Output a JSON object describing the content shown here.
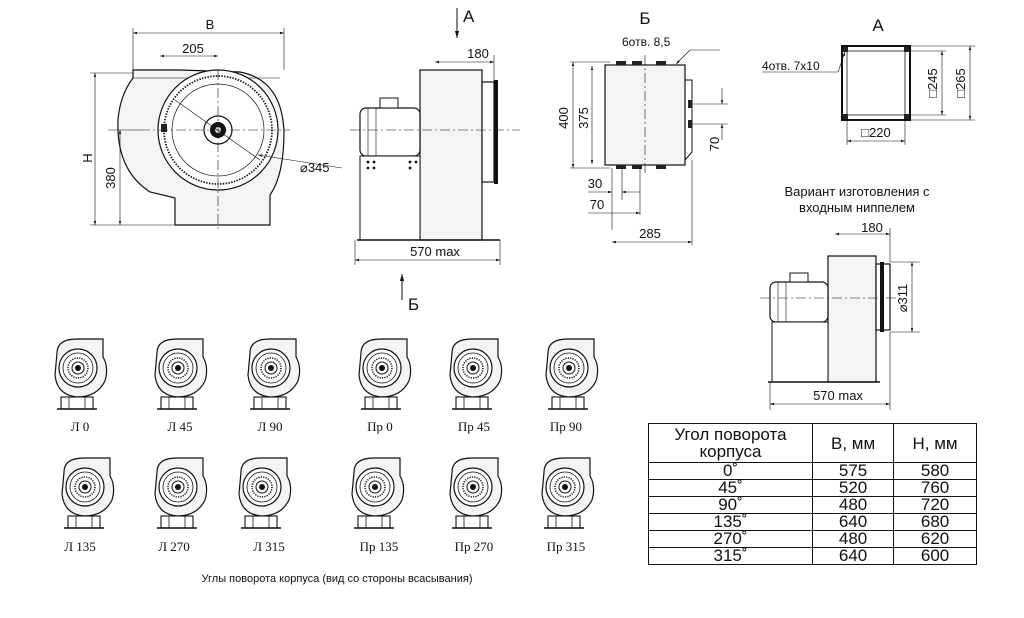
{
  "dimensions": {
    "front": {
      "width_label": "B",
      "height_label": "H",
      "d205": "205",
      "d380": "380",
      "d345": "⌀345"
    },
    "side": {
      "d180": "180",
      "d570": "570 max",
      "arrow_a": "А",
      "arrow_b": "Б"
    },
    "view_b": {
      "title": "Б",
      "holes": "6отв. 8,5",
      "d400": "400",
      "d375": "375",
      "d70v": "70",
      "d30": "30",
      "d70h": "70",
      "d285": "285"
    },
    "view_a": {
      "title": "А",
      "holes": "4отв. 7х10",
      "d245": "□245",
      "d265": "□265",
      "d220": "□220"
    },
    "variant": {
      "caption_line1": "Вариант изготовления с",
      "caption_line2": "входным ниппелем",
      "d180": "180",
      "d311": "⌀311",
      "d570": "570 max"
    }
  },
  "rotations": {
    "row1": [
      "Л 0",
      "Л 45",
      "Л 90",
      "Пр 0",
      "Пр 45",
      "Пр 90"
    ],
    "row2": [
      "Л 135",
      "Л 270",
      "Л 315",
      "Пр 135",
      "Пр 270",
      "Пр 315"
    ],
    "caption": "Углы поворота корпуса (вид со стороны всасывания)"
  },
  "table": {
    "headers": [
      "Угол поворота корпуса",
      "B, мм",
      "H, мм"
    ],
    "rows": [
      [
        "0˚",
        "575",
        "580"
      ],
      [
        "45˚",
        "520",
        "760"
      ],
      [
        "90˚",
        "480",
        "720"
      ],
      [
        "135˚",
        "640",
        "680"
      ],
      [
        "270˚",
        "480",
        "620"
      ],
      [
        "315˚",
        "640",
        "600"
      ]
    ]
  }
}
